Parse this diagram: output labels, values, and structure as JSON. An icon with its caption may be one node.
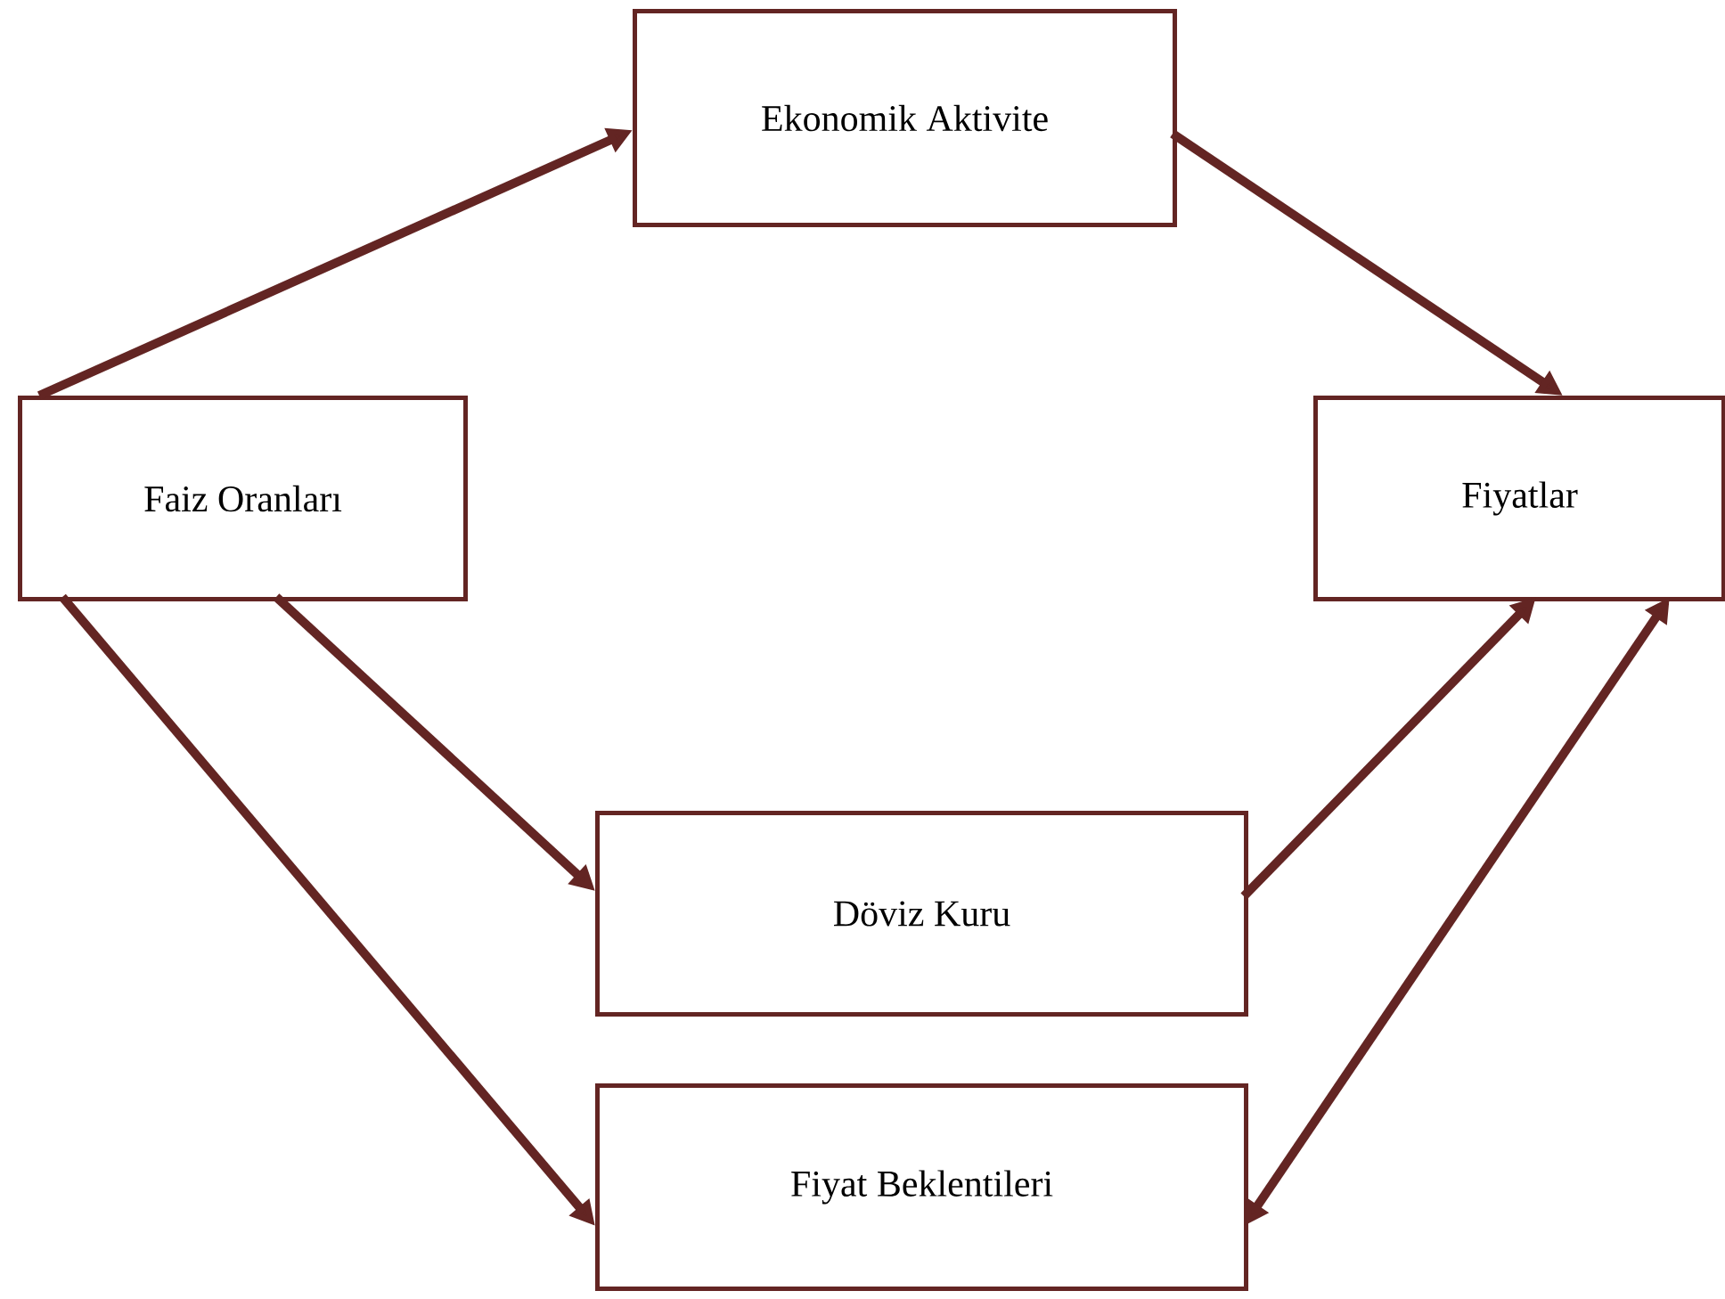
{
  "diagram": {
    "nodes": [
      {
        "text": [
          "Faiz Oranları"
        ]
      },
      {
        "text": [
          "Ekonomik Aktivite"
        ]
      },
      {
        "text": [
          "Fiyatlar"
        ]
      },
      {
        "text": [
          "Döviz Kuru"
        ]
      },
      {
        "text": [
          "Fiyat Beklentileri"
        ]
      }
    ],
    "edges": [
      {
        "from": 0,
        "to": 1,
        "arrow": "to"
      },
      {
        "from": 1,
        "to": 2,
        "arrow": "to"
      },
      {
        "from": 0,
        "to": 3,
        "arrow": "to"
      },
      {
        "from": 0,
        "to": 4,
        "arrow": "to"
      },
      {
        "from": 3,
        "to": 2,
        "arrow": "to"
      },
      {
        "from": 4,
        "to": 2,
        "arrow": "both"
      }
    ]
  }
}
